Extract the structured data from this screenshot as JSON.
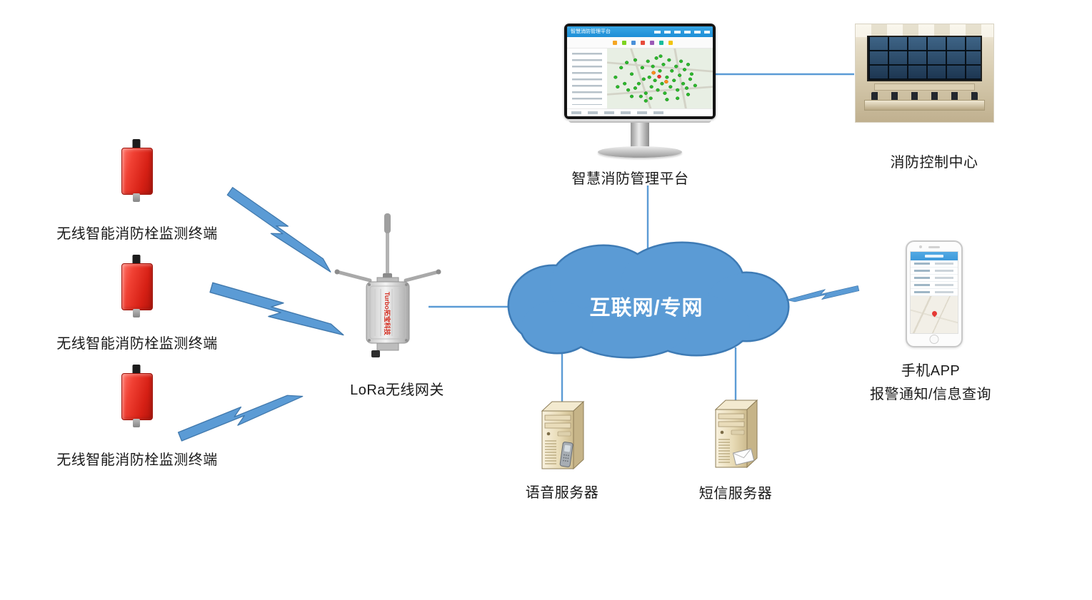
{
  "diagram": {
    "cloud": {
      "label": "互联网/专网"
    },
    "terminals": [
      {
        "label": "无线智能消防栓监测终端"
      },
      {
        "label": "无线智能消防栓监测终端"
      },
      {
        "label": "无线智能消防栓监测终端"
      }
    ],
    "gateway": {
      "label": "LoRa无线网关",
      "device_text": "Turbo拓宝科技"
    },
    "platform": {
      "label": "智慧消防管理平台",
      "screen_title": "智慧消防管理平台"
    },
    "control_center": {
      "label": "消防控制中心"
    },
    "phone": {
      "label_line1": "手机APP",
      "label_line2": "报警通知/信息查询"
    },
    "servers": [
      {
        "label": "语音服务器"
      },
      {
        "label": "短信服务器"
      }
    ],
    "colors": {
      "accent_blue": "#5b9bd5",
      "cloud_outline": "#3e7bb5",
      "terminal_red": "#d62015",
      "text": "#1a1a1a"
    }
  }
}
